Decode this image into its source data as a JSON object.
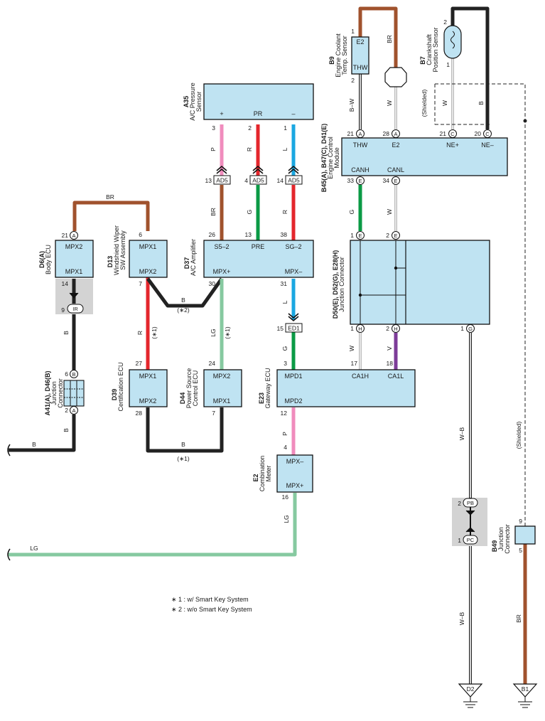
{
  "colors": {
    "BR": "#a0522d",
    "R": "#e4262c",
    "P": "#f08cbd",
    "G": "#0a9a45",
    "L": "#1aa7e1",
    "LG": "#86c9a0",
    "B": "#222222",
    "V": "#7d3c98",
    "box_fill": "#bfe3f2",
    "shade": "#d3d3d3"
  },
  "components": {
    "a35": {
      "code": "A35",
      "name1": "A/C Pressure",
      "name2": "Sensor",
      "t_plus": "+",
      "t_pr": "PR",
      "t_minus": "–"
    },
    "b9": {
      "code": "B9",
      "name1": "Engine Coolant",
      "name2": "Temp. Sensor",
      "t_e2": "E2",
      "t_thw": "THW"
    },
    "b7": {
      "code": "B7",
      "name1": "Crankshaft",
      "name2": "Position Sensor"
    },
    "ecm": {
      "code": "B45(A), B47(C), D41(E)",
      "name1": "Engine Control",
      "name2": "Module",
      "t_thw": "THW",
      "t_e2": "E2",
      "t_nep": "NE+",
      "t_nem": "NE–",
      "t_canh": "CANH",
      "t_canl": "CANL"
    },
    "d6": {
      "code": "D6(A)",
      "name": "Body ECU",
      "t_mpx2": "MPX2",
      "t_mpx1": "MPX1"
    },
    "d13": {
      "code": "D13",
      "name1": "Windshield Wiper",
      "name2": "SW Assembly",
      "t_mpx1": "MPX1",
      "t_mpx2": "MPX2"
    },
    "d37": {
      "code": "D37",
      "name": "A/C Amplifier",
      "t_s52": "S5–2",
      "t_pre": "PRE",
      "t_sg2": "SG–2",
      "t_mpxp": "MPX+",
      "t_mpxm": "MPX–"
    },
    "jc_d50": {
      "code": "D50(E), D52(G), E28(H)",
      "name": "Junction Connector"
    },
    "a41": {
      "code": "A41(A), D46(B)",
      "name1": "Junction",
      "name2": "Connector"
    },
    "d39": {
      "code": "D39",
      "name": "Certification ECU",
      "t_mpx1": "MPX1",
      "t_mpx2": "MPX2"
    },
    "d44": {
      "code": "D44",
      "name1": "Power Source",
      "name2": "Control ECU",
      "t_mpx2": "MPX2",
      "t_mpx1": "MPX1"
    },
    "e23": {
      "code": "E23",
      "name": "Gateway ECU",
      "t_mpd1": "MPD1",
      "t_mpd2": "MPD2",
      "t_ca1h": "CA1H",
      "t_ca1l": "CA1L"
    },
    "e2": {
      "code": "E2",
      "name1": "Combination",
      "name2": "Meter",
      "t_mpxm": "MPX–",
      "t_mpxp": "MPX+"
    },
    "b49": {
      "code": "B49",
      "name1": "Junction",
      "name2": "Connector"
    }
  },
  "connectors": {
    "ad5": "AD5",
    "ed1": "ED1",
    "ir": "IR",
    "pb": "PB",
    "pc": "PC"
  },
  "grounds": {
    "d2": "D2",
    "b1": "B1"
  },
  "shielded": "(Shielded)",
  "notes": {
    "note1": "∗ 1 : w/ Smart Key System",
    "note2": "∗ 2 : w/o Smart Key System",
    "star1": "(∗1)",
    "star2": "(∗2)"
  },
  "wire_labels": {
    "br": "BR",
    "b": "B",
    "r": "R",
    "p": "P",
    "l": "L",
    "g": "G",
    "w": "W",
    "v": "V",
    "lg": "LG",
    "bw": "B–W",
    "wb": "W–B"
  },
  "pins": {
    "p1": "1",
    "p2": "2",
    "p3": "3",
    "p4": "4",
    "p5": "5",
    "p6": "6",
    "p7": "7",
    "p9": "9",
    "p12": "12",
    "p13": "13",
    "p14": "14",
    "p15": "15",
    "p16": "16",
    "p17": "17",
    "p18": "18",
    "p20": "20",
    "p21": "21",
    "p24": "24",
    "p26": "26",
    "p27": "27",
    "p28": "28",
    "p30": "30",
    "p31": "31",
    "p33": "33",
    "p34": "34",
    "p38": "38",
    "cA": "A",
    "cB": "B",
    "cC": "C",
    "cE": "E",
    "cG": "G",
    "cH": "H"
  }
}
